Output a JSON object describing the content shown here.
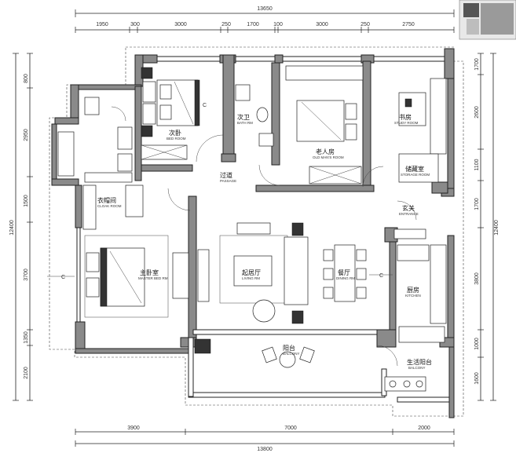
{
  "dimensions": {
    "top_total": "13650",
    "top_segments": [
      "1950",
      "300",
      "3000",
      "250",
      "1700",
      "100",
      "3000",
      "250",
      "2750"
    ],
    "bottom_total": "13800",
    "bottom_segments": [
      "3900",
      "7000",
      "2000"
    ],
    "left_total": "12400",
    "left_segments": [
      "800",
      "2950",
      "1500",
      "3700",
      "1350",
      "2100"
    ],
    "right_total": "12400",
    "right_segments": [
      "1700",
      "2600",
      "1100",
      "1700",
      "3800",
      "1000",
      "1600"
    ]
  },
  "rooms": {
    "study": {
      "cn": "书房",
      "en": "STUDY ROOM"
    },
    "second_bedroom": {
      "cn": "次卧",
      "en": "BED ROOM"
    },
    "second_bath": {
      "cn": "次卫",
      "en": "BATH RM"
    },
    "elder_room": {
      "cn": "老人房",
      "en": "OLD MAN'S ROOM"
    },
    "storage": {
      "cn": "储藏室",
      "en": "STORAGE ROOM"
    },
    "cloak": {
      "cn": "衣帽间",
      "en": "CLOAK ROOM"
    },
    "passage": {
      "cn": "过道",
      "en": "PASSAGE"
    },
    "entrance": {
      "cn": "玄关",
      "en": "ENTRANCE"
    },
    "master": {
      "cn": "主卧室",
      "en": "MASTER BED RM"
    },
    "living": {
      "cn": "起居厅",
      "en": "LIVING RM"
    },
    "dining": {
      "cn": "餐厅",
      "en": "DINING RM"
    },
    "kitchen": {
      "cn": "厨房",
      "en": "KITCHEN"
    },
    "balcony": {
      "cn": "阳台",
      "en": "BALCONY"
    },
    "service_balcony": {
      "cn": "生活阳台",
      "en": "BALCONY"
    }
  },
  "axis_marks": {
    "left": "C",
    "right": "C",
    "top": "C"
  }
}
